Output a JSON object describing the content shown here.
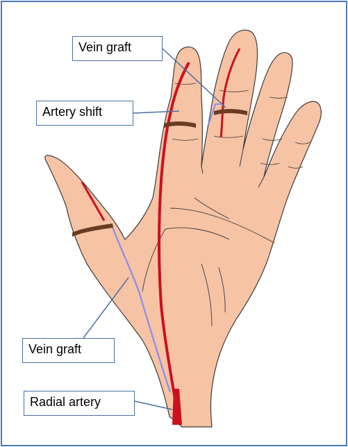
{
  "labels": {
    "vein_graft_top": "Vein graft",
    "artery_shift": "Artery shift",
    "vein_graft_bottom": "Vein graft",
    "radial_artery": "Radial artery"
  },
  "colors": {
    "frame": "#4a7ab8",
    "skin": "#f6c3a5",
    "outline": "#3a3a3a",
    "artery": "#cc1020",
    "vein": "#8a8ee8",
    "cut": "#6a3c22",
    "leader": "#4a6fa0"
  }
}
